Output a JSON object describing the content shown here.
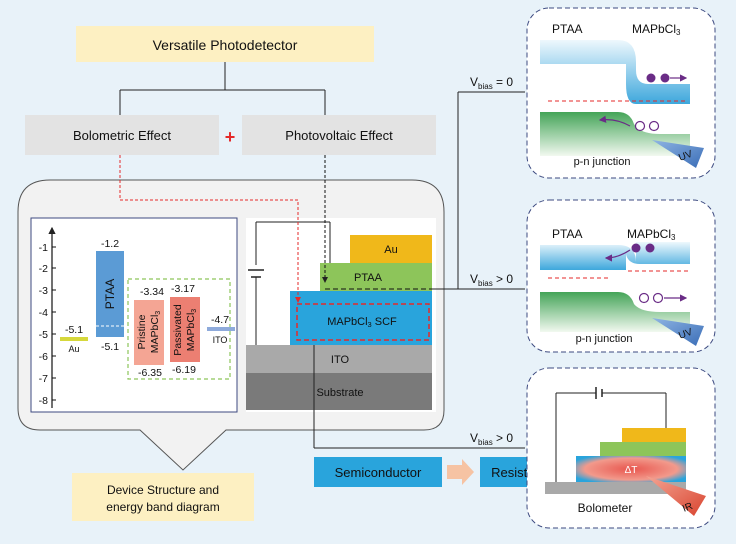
{
  "title_box": "Versatile Photodetector",
  "effects": {
    "bolometric": "Bolometric Effect",
    "plus": "+",
    "photovoltaic": "Photovoltaic Effect"
  },
  "device_caption": [
    "Device Structure and",
    "energy band diagram"
  ],
  "energy_diagram": {
    "axis_ticks": [
      "-1",
      "-2",
      "-3",
      "-4",
      "-5",
      "-6",
      "-7",
      "-8"
    ],
    "au": {
      "value": "-5.1",
      "label": "Au"
    },
    "ptaa": {
      "label": "PTAA",
      "top": "-1.2",
      "bottom": "-5.1"
    },
    "pristine": {
      "label": "Pristine",
      "sub_main": "MAPbCl",
      "sub_index": "3",
      "top": "-3.34",
      "bottom": "-6.35"
    },
    "passivated": {
      "label": "Passivated",
      "sub_main": "MAPbCl",
      "sub_index": "3",
      "top": "-3.17",
      "bottom": "-6.19"
    },
    "ito": {
      "value": "-4.7",
      "label": "ITO"
    }
  },
  "device_stack": {
    "au": "Au",
    "ptaa": "PTAA",
    "scf_main": "MAPbCl",
    "scf_index": "3",
    "scf_tail": " SCF",
    "ito": "ITO",
    "substrate": "Substrate"
  },
  "conversion": {
    "from": "Semiconductor",
    "to": "Resistor"
  },
  "bias": {
    "zero": {
      "v": "V",
      "sub": "bias",
      "rel": " = 0"
    },
    "pos1": {
      "v": "V",
      "sub": "bias",
      "rel": " > 0"
    },
    "pos2": {
      "v": "V",
      "sub": "bias",
      "rel": " > 0"
    }
  },
  "panel_top": {
    "left": "PTAA",
    "right_main": "MAPbCl",
    "right_index": "3",
    "junction": "p-n junction",
    "uv": "UV"
  },
  "panel_mid": {
    "left": "PTAA",
    "right_main": "MAPbCl",
    "right_index": "3",
    "junction": "p-n junction",
    "uv": "UV"
  },
  "panel_bot": {
    "delta": "ΔT",
    "label": "Bolometer",
    "ir": "IR"
  },
  "colors": {
    "background": "#e8f2f9",
    "title_fill": "#fdf0c2",
    "effect_fill": "#e3e3e3",
    "au": "#f0b81a",
    "ptaa_layer": "#8dc55a",
    "scf": "#29a4dc",
    "ito": "#a9a9a9",
    "substrate": "#7a7a7a",
    "ptaa_bar": "#5b9bd5",
    "pristine": "#f4a594",
    "passivated": "#ec7f72",
    "ito_bar": "#8eaadb",
    "au_bar": "#d6d83c"
  }
}
